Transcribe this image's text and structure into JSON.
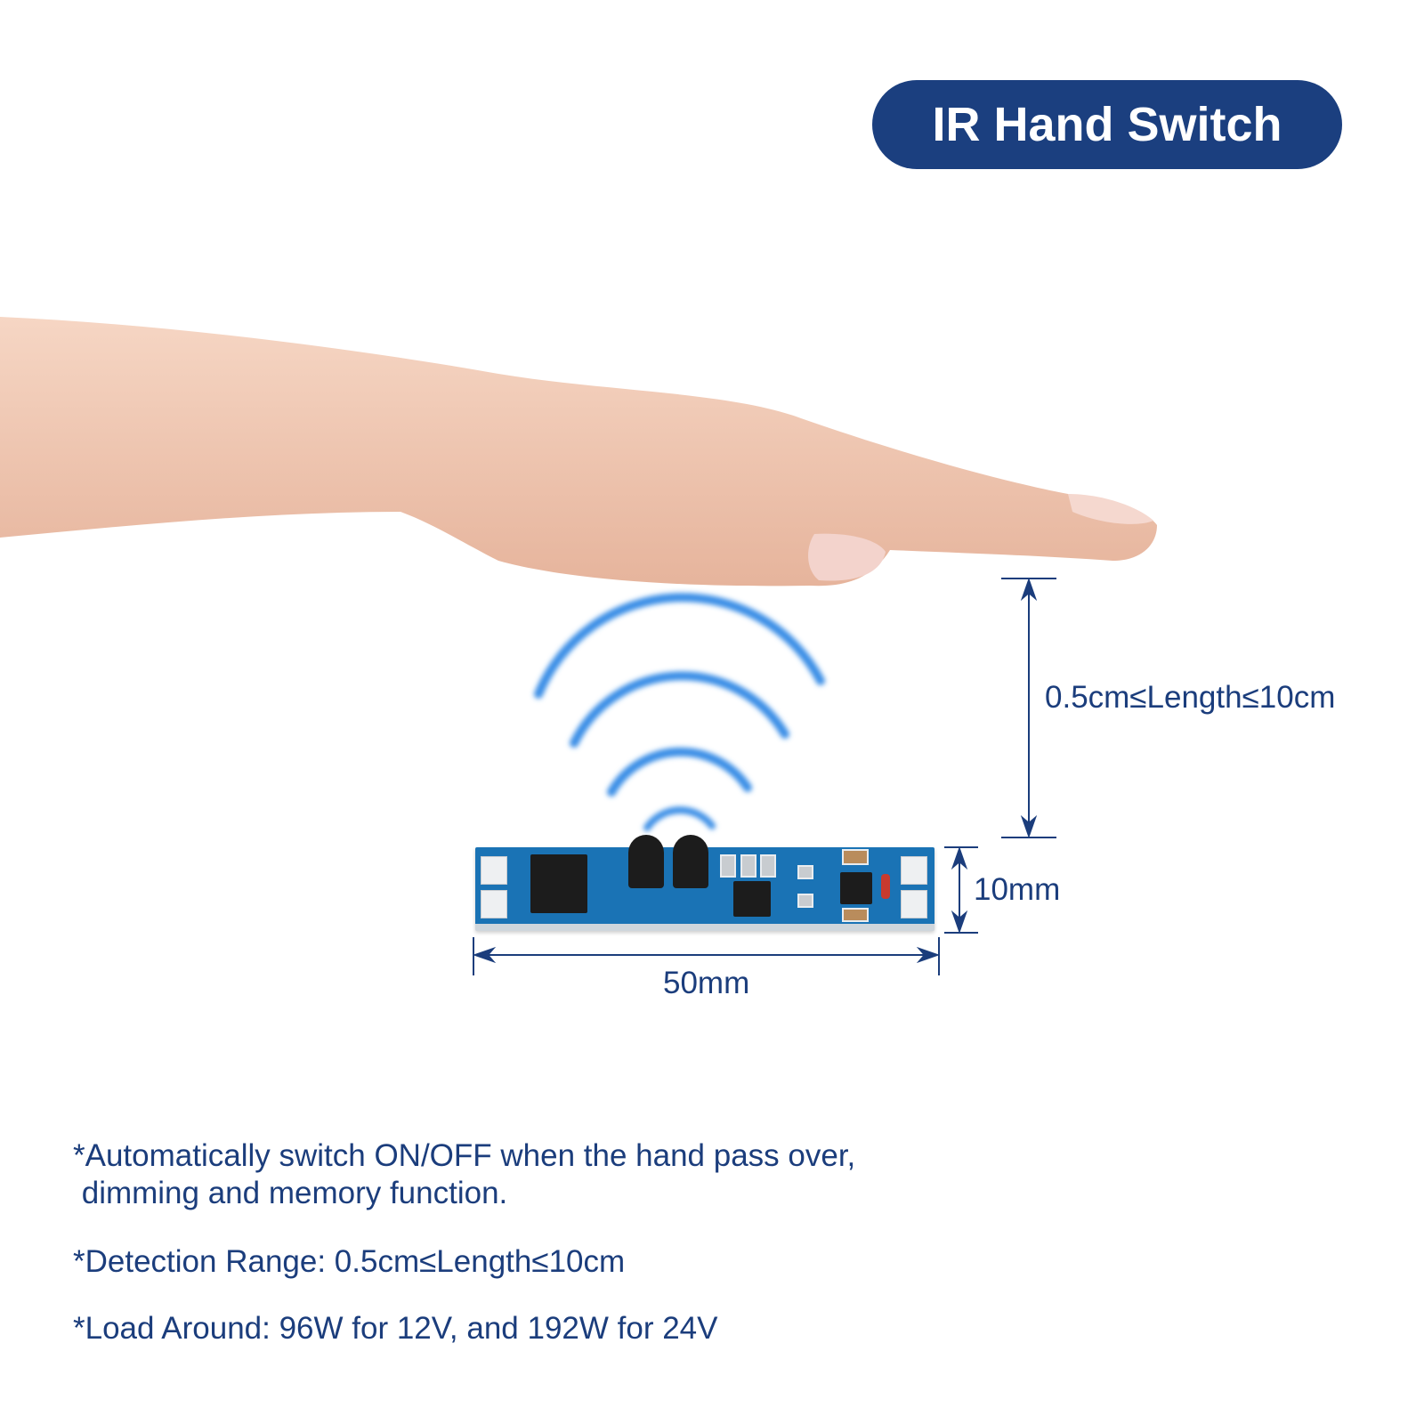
{
  "title": "IR Hand Switch",
  "dimensions": {
    "detection_range": "0.5cm≤Length≤10cm",
    "width": "10mm",
    "length": "50mm"
  },
  "features": [
    "*Automatically switch ON/OFF when the hand pass over,\n dimming and memory function.",
    "*Detection Range: 0.5cm≤Length≤10cm",
    "*Load Around: 96W for 12V, and 192W for 24V"
  ],
  "colors": {
    "brand": "#1b3f7f",
    "wave": "#3a8ee6",
    "pcb": "#1a73b5"
  }
}
